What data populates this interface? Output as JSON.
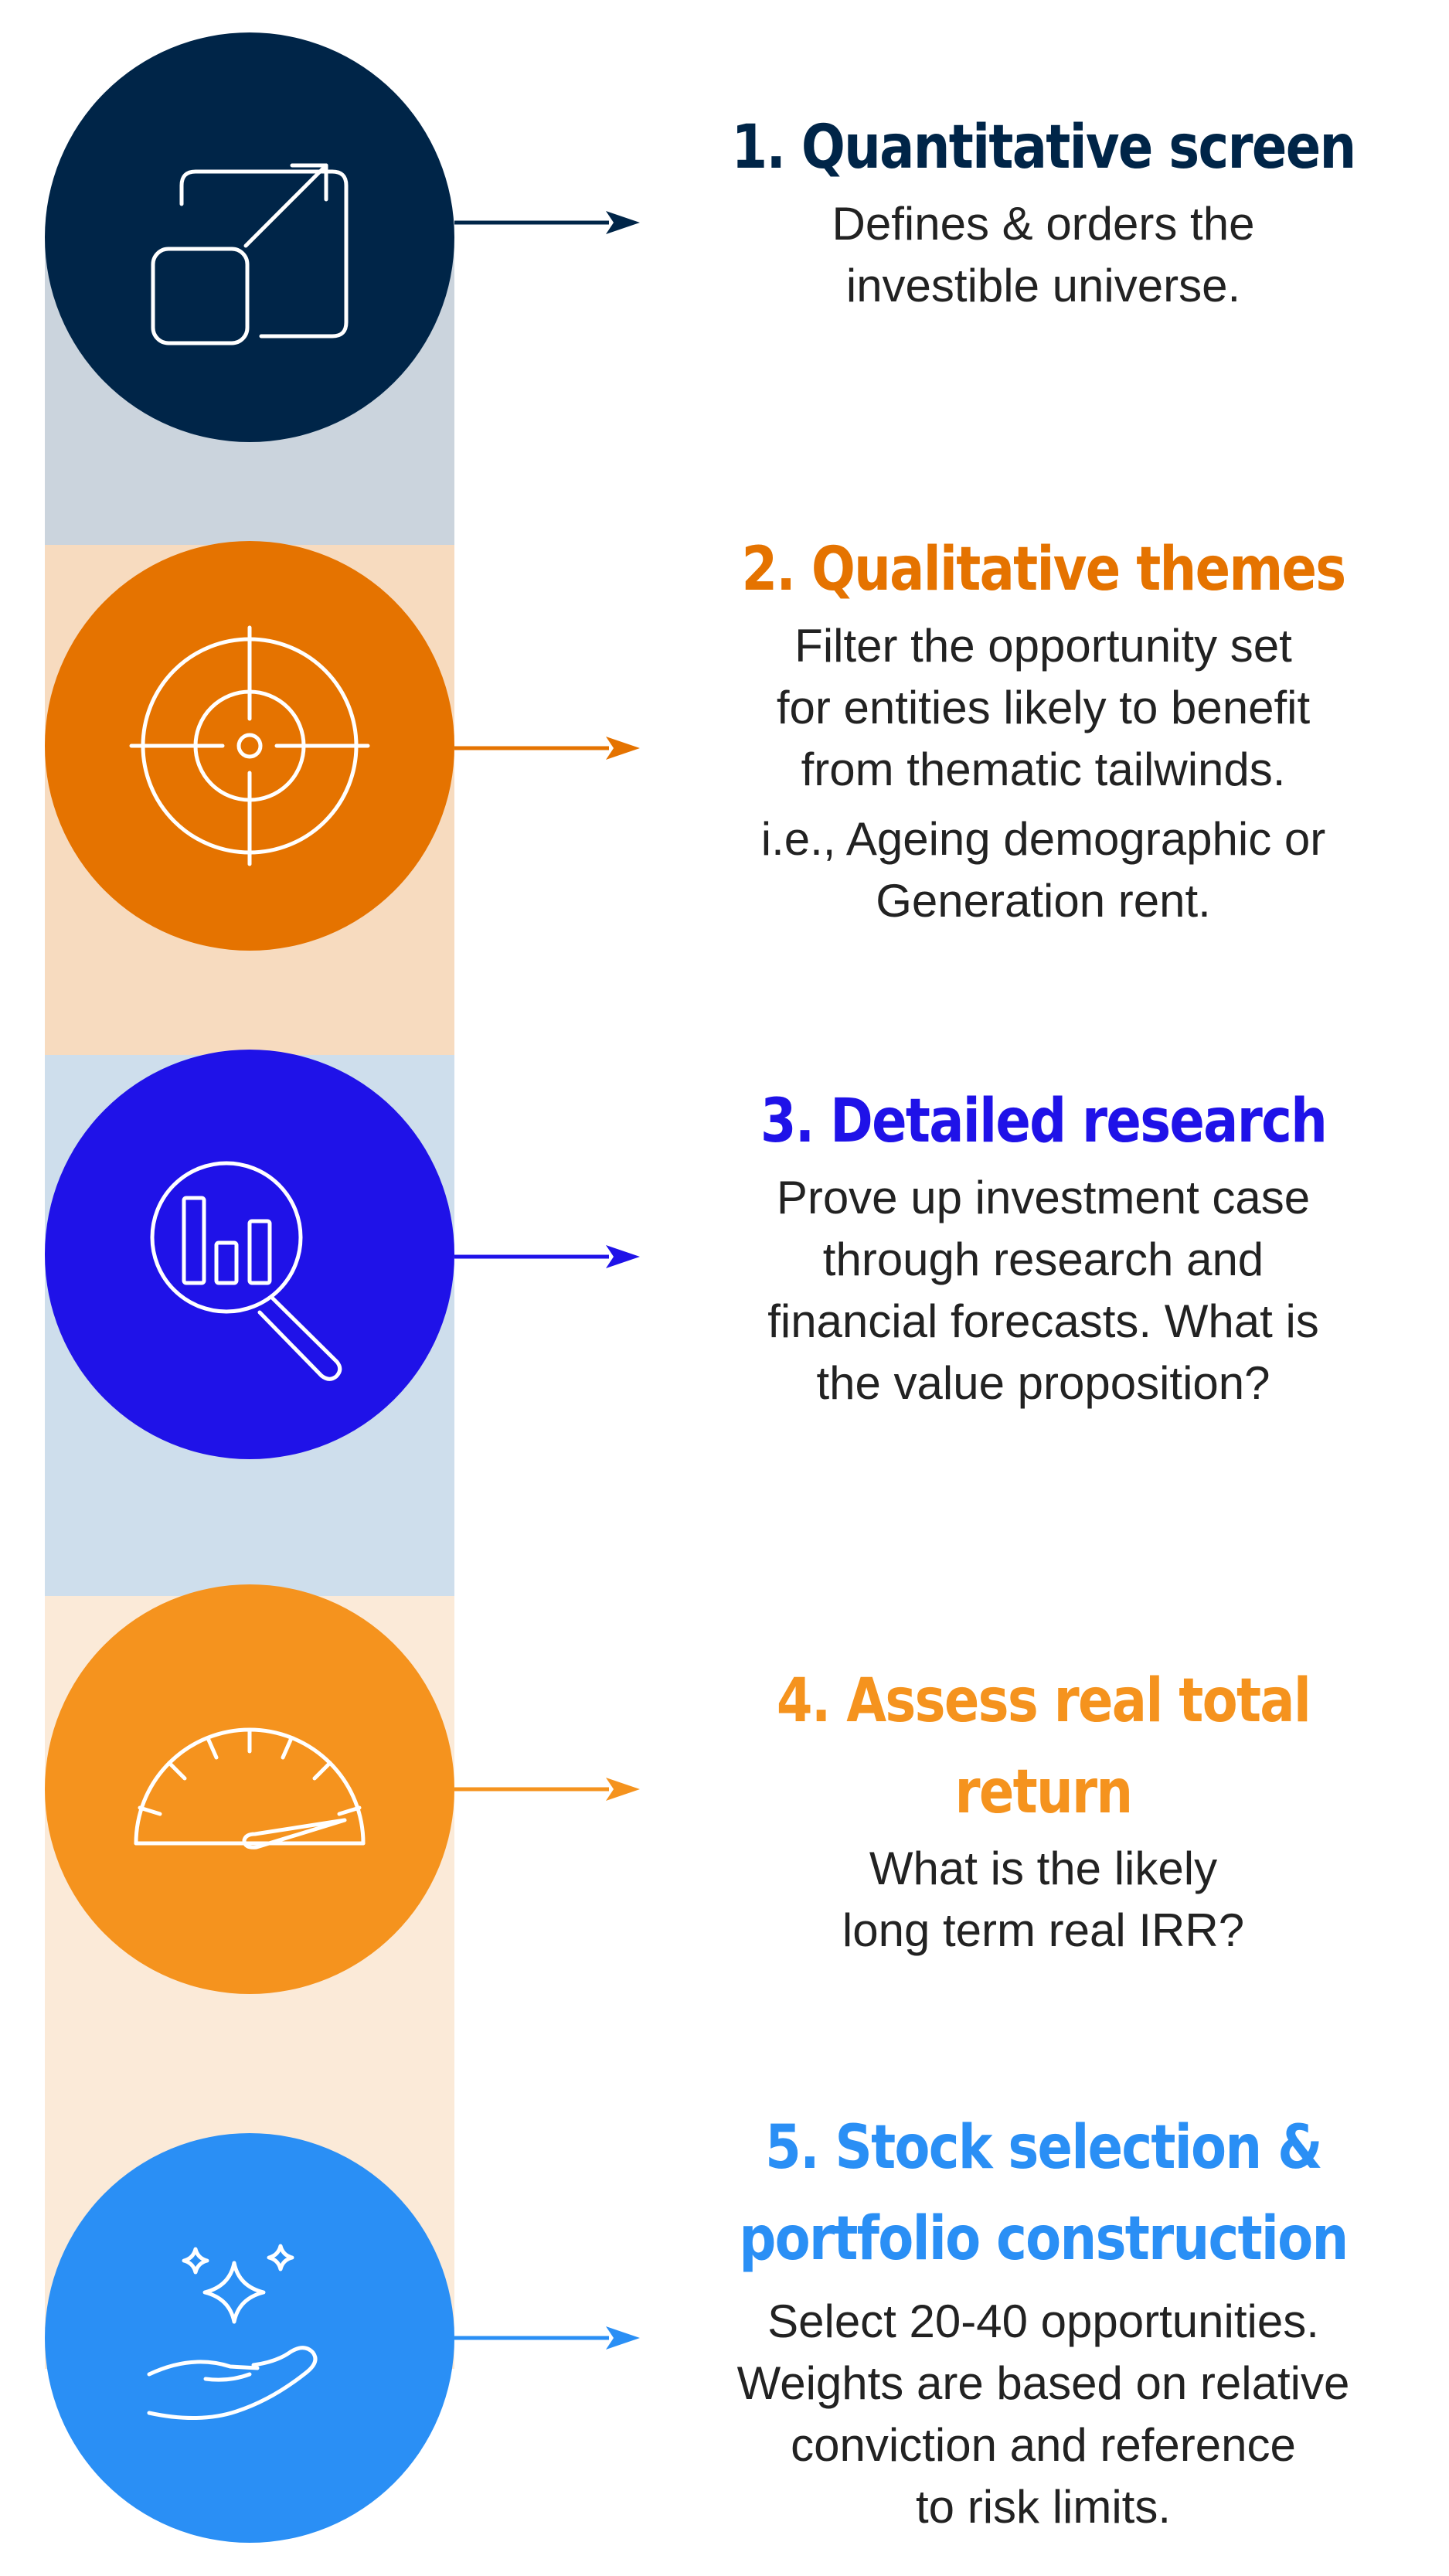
{
  "colors": {
    "navy": "#002548",
    "dark_orange": "#E57300",
    "blue": "#1F12E8",
    "orange": "#F5931E",
    "light_blue": "#2A8FF5",
    "band_top": "#CBD4DD",
    "band_peach": "#F7DBBF",
    "band_blue": "#CEDEEC",
    "band_cream": "#FBEAD8",
    "text": "#222222"
  },
  "steps": [
    {
      "icon": "expand-arrow-icon",
      "title": "1. Quantitative screen",
      "desc": [
        "Defines & orders the\ninvestible universe."
      ]
    },
    {
      "icon": "target-crosshair-icon",
      "title": "2. Qualitative themes",
      "desc": [
        "Filter the opportunity set\nfor entities likely to benefit\nfrom thematic tailwinds.",
        "i.e., Ageing demographic or\nGeneration rent."
      ]
    },
    {
      "icon": "magnifier-chart-icon",
      "title": "3. Detailed research",
      "desc": [
        "Prove up investment case\nthrough research and\nfinancial forecasts. What is\nthe value proposition?"
      ]
    },
    {
      "icon": "gauge-icon",
      "title": "4. Assess real total return",
      "desc": [
        "What is the likely\nlong term real IRR?"
      ]
    },
    {
      "icon": "hand-sparkles-icon",
      "title": "5. Stock selection &\nportfolio construction",
      "desc": [
        "Select 20-40 opportunities.\nWeights are based on relative\nconviction and reference\nto risk limits."
      ]
    }
  ]
}
